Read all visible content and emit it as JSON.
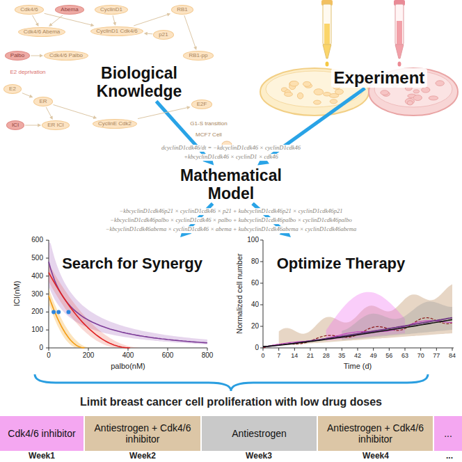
{
  "diagram": {
    "nodes": [
      {
        "text": [
          "Biological Knowledge"
        ]
      },
      {
        "text": [
          "Experiment"
        ]
      },
      {
        "text": [
          "Mathematical Model"
        ]
      },
      {
        "text": [
          "Search for Synergy"
        ]
      },
      {
        "text": [
          "Optimize Therapy"
        ]
      },
      {
        "text": [
          "Cdk4/6 inhibitor"
        ]
      },
      {
        "text": [
          "Antiestrogen + Cdk4/6 inhibitor"
        ]
      },
      {
        "text": [
          "Antiestrogen"
        ]
      },
      {
        "text": [
          "Antiestrogen + Cdk4/6 inhibitor"
        ]
      },
      {
        "text": [
          "..."
        ]
      },
      {
        "text": [
          "Cdk4/6"
        ]
      },
      {
        "text": [
          "Abema"
        ]
      },
      {
        "text": [
          "CyclinD1"
        ]
      },
      {
        "text": [
          "RB1"
        ]
      },
      {
        "text": [
          "Cdk4/6 Abema"
        ]
      },
      {
        "text": [
          "CyclinD1 Cdk4/6"
        ]
      },
      {
        "text": [
          "p21"
        ]
      },
      {
        "text": [
          "Palbo"
        ]
      },
      {
        "text": [
          "Cdk4/6 Palbo"
        ]
      },
      {
        "text": [
          "RB1-pp"
        ]
      },
      {
        "text": [
          "E2"
        ]
      },
      {
        "text": [
          "ER"
        ]
      },
      {
        "text": [
          "ICI"
        ]
      },
      {
        "text": [
          "ER ICI"
        ]
      },
      {
        "text": [
          "CyclinE Cdk2"
        ]
      },
      {
        "text": [
          "E2F"
        ]
      }
    ],
    "edges": [
      {
        "from": 0,
        "to": 2,
        "arrow": "to"
      },
      {
        "from": 1,
        "to": 2,
        "arrow": "to"
      },
      {
        "from": 2,
        "to": 3,
        "arrow": "to"
      },
      {
        "from": 2,
        "to": 4,
        "arrow": "to"
      },
      {
        "from": 10,
        "to": 14,
        "arrow": "to"
      },
      {
        "from": 11,
        "to": 14,
        "arrow": "to"
      },
      {
        "from": 12,
        "to": 15,
        "arrow": "to"
      },
      {
        "from": 10,
        "to": 15,
        "arrow": "to"
      },
      {
        "from": 16,
        "to": 15,
        "arrow": "to"
      },
      {
        "from": 15,
        "to": 13,
        "arrow": "to"
      },
      {
        "from": 13,
        "to": 19,
        "arrow": "to"
      },
      {
        "from": 17,
        "to": 18,
        "arrow": "to"
      },
      {
        "from": 20,
        "to": 21,
        "arrow": "to"
      },
      {
        "from": 21,
        "to": 23,
        "arrow": "to"
      },
      {
        "from": 22,
        "to": 23,
        "arrow": "to"
      },
      {
        "from": 21,
        "to": 24,
        "arrow": "to"
      },
      {
        "from": 24,
        "to": 25,
        "arrow": "to"
      }
    ],
    "labels": [
      "dcyclinD1cdk46/dt = −kdcyclinD1cdk46 × cyclinD1cdk46",
      "+kbcyclinD1cdk46 × cyclinD1 × cdk46",
      "−kbcyclinD1cdk46p21 × cyclinD1cdk46 × p21 + kubcyclinD1cdk46p21 × cyclinD1cdk46p21",
      "−kbcyclinD1cdk46palbo × cyclinD1cdk46 × palbo + kubcyclinD1cdk46palbo × cyclinD1cdk46palbo",
      "−kbcyclinD1cdk46abema × cyclinD1cdk46 × abema + kubcyclinD1cdk46abema × cyclinD1cdk46abema",
      "0",
      "100",
      "200",
      "300",
      "400",
      "500",
      "600",
      "0",
      "200",
      "400",
      "600",
      "800",
      "ICI(nM)",
      "palbo(nM)",
      "0",
      "20",
      "40",
      "60",
      "80",
      "100",
      "0",
      "7",
      "14",
      "21",
      "28",
      "35",
      "42",
      "49",
      "56",
      "63",
      "70",
      "77",
      "84",
      "Normalized cell number",
      "Time (d)",
      "Limit breast cancer cell proliferation with low drug doses",
      "Week1",
      "Week2",
      "Week3",
      "Week4",
      "...",
      "E2 deprivation",
      "G1-S transition",
      "MCF7 Cell"
    ]
  }
}
